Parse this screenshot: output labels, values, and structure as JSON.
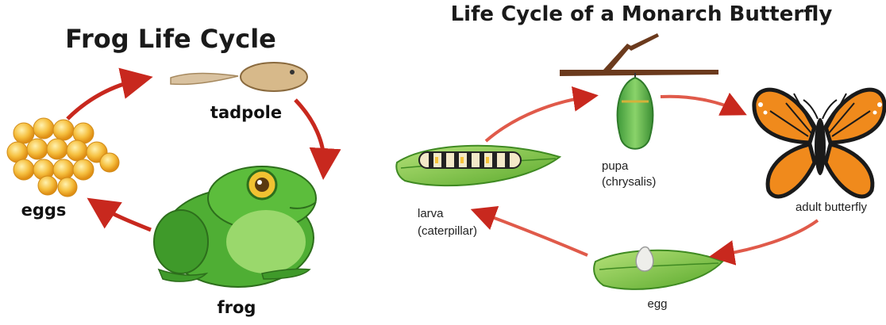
{
  "frog_cycle": {
    "title": "Frog Life Cycle",
    "labels": {
      "tadpole": "tadpole",
      "eggs": "eggs",
      "frog": "frog"
    }
  },
  "butterfly_cycle": {
    "title": "Life Cycle of a Monarch Butterfly",
    "labels": {
      "pupa_line1": "pupa",
      "pupa_line2": "(chrysalis)",
      "larva_line1": "larva",
      "larva_line2": "(caterpillar)",
      "adult": "adult butterfly",
      "egg": "egg"
    }
  },
  "colors": {
    "arrow": "#c8281e",
    "leaf": "#7cc242",
    "frog_green": "#3d9a2a",
    "butterfly_orange": "#f08a1c",
    "egg_yellow": "#f5b52a"
  }
}
